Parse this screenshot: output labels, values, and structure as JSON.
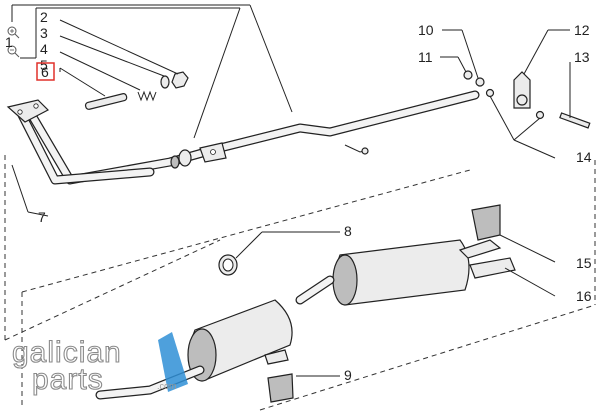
{
  "callouts": [
    {
      "id": "1",
      "label": "1"
    },
    {
      "id": "2",
      "label": "2"
    },
    {
      "id": "3",
      "label": "3"
    },
    {
      "id": "4",
      "label": "4"
    },
    {
      "id": "5",
      "label": "5"
    },
    {
      "id": "6",
      "label": "6",
      "highlighted": true
    },
    {
      "id": "7",
      "label": "7"
    },
    {
      "id": "8",
      "label": "8"
    },
    {
      "id": "9",
      "label": "9"
    },
    {
      "id": "10",
      "label": "10"
    },
    {
      "id": "11",
      "label": "11"
    },
    {
      "id": "12",
      "label": "12"
    },
    {
      "id": "13",
      "label": "13"
    },
    {
      "id": "14",
      "label": "14"
    },
    {
      "id": "15",
      "label": "15"
    },
    {
      "id": "16",
      "label": "16"
    }
  ],
  "highlight_color": "#e0302a",
  "watermark": {
    "line1": "galician",
    "line2": "parts",
    "suffix": ".com",
    "accent_color": "#2f8fd6"
  },
  "icons": [
    "zoom-in-icon",
    "zoom-out-icon"
  ]
}
